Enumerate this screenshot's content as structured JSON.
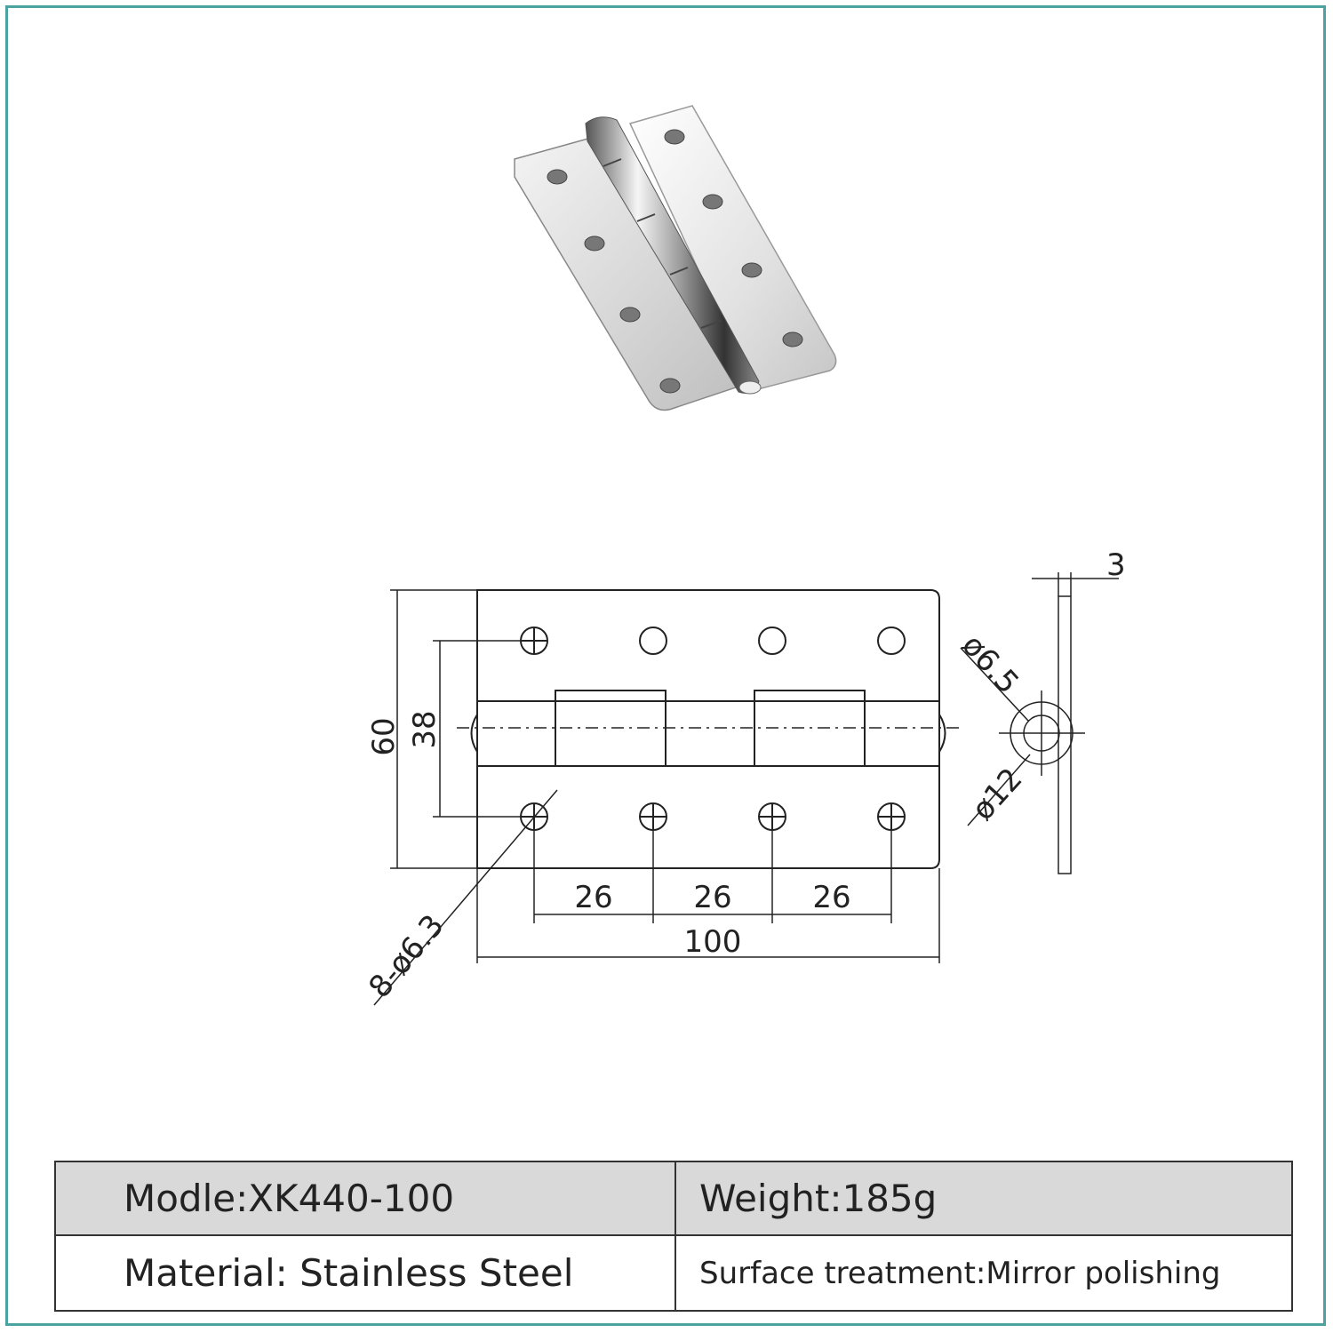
{
  "drawing": {
    "height_total": "60",
    "height_holes": "38",
    "spacing_1": "26",
    "spacing_2": "26",
    "spacing_3": "26",
    "width_total": "100",
    "thickness": "3",
    "pin_hole": "ø6.5",
    "knuckle_dia": "ø12",
    "holes": "8-ø6.3"
  },
  "specs": {
    "model": "Modle:XK440-100",
    "weight": "Weight:185g",
    "material": "Material: Stainless Steel",
    "surface": "Surface treatment:Mirror polishing"
  },
  "colors": {
    "frame": "#4aa3a0",
    "header_row": "#d9d9d9"
  }
}
